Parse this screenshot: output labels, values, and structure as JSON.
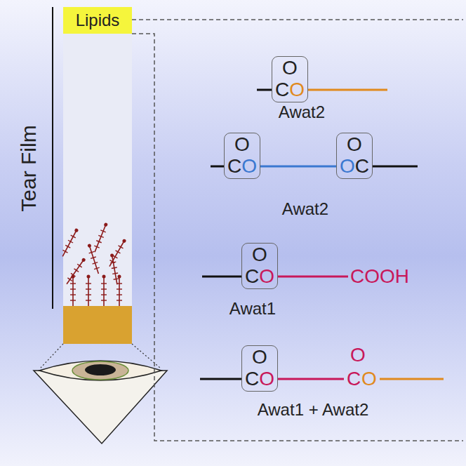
{
  "diagram": {
    "nodes": [
      {
        "text": [
          "Lipids"
        ]
      },
      {
        "text": [
          "O",
          "C",
          "O"
        ]
      },
      {
        "text": [
          "O",
          "C",
          "O"
        ]
      },
      {
        "text": [
          "O",
          "O",
          "C"
        ]
      },
      {
        "text": [
          "O",
          "C",
          "O"
        ]
      },
      {
        "text": [
          "O",
          "C",
          "O"
        ]
      }
    ],
    "labels": [
      "Tear Film",
      "Awat2",
      "Awat2",
      "Awat1",
      "COOH",
      "O",
      "C",
      "O",
      "Awat1 + Awat2"
    ]
  }
}
